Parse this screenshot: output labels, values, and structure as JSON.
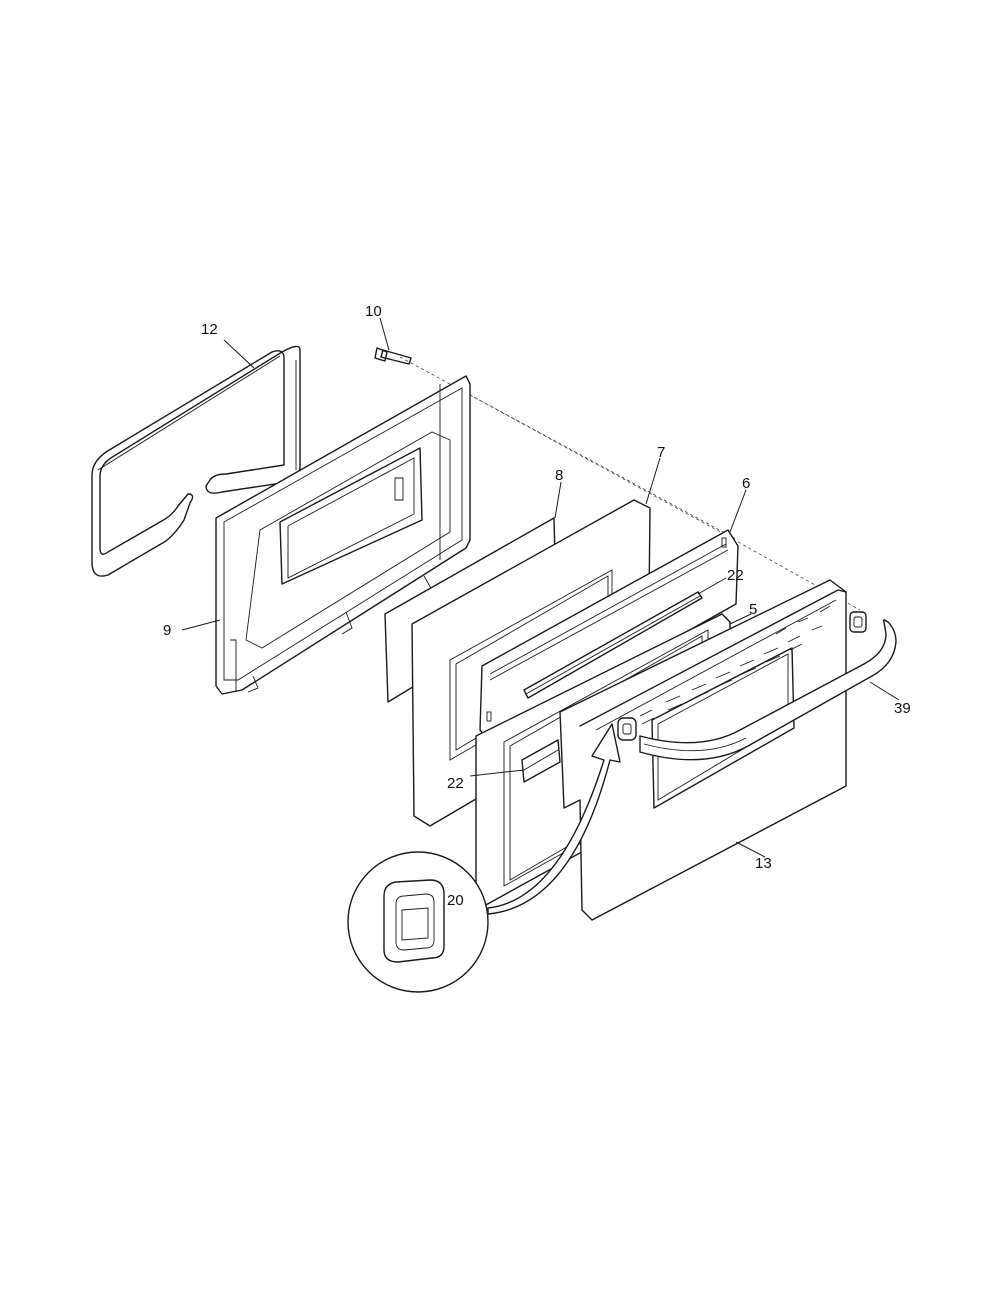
{
  "diagram": {
    "callouts": {
      "c12": "12",
      "c10": "10",
      "c9": "9",
      "c8": "8",
      "c7": "7",
      "c6": "6",
      "c22a": "22",
      "c5": "5",
      "c22b": "22",
      "c39": "39",
      "c13": "13",
      "c20": "20"
    }
  }
}
